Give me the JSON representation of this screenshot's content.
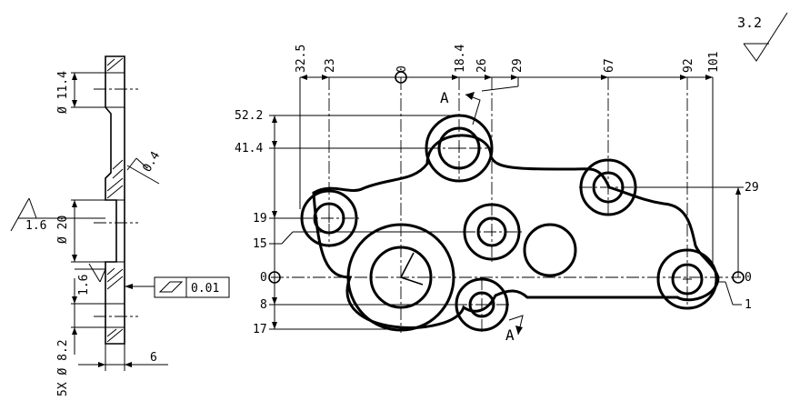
{
  "surface_finish": {
    "general": "3.2",
    "face": "1.6",
    "bore": "1.6",
    "chamfer": "0.4"
  },
  "section_view": {
    "dim_hole_small": "Ø 11.4",
    "dim_hole_large": "Ø 20",
    "dim_holes": "5X Ø 8.2",
    "dim_thickness": "6",
    "flatness_tolerance": "0.01"
  },
  "plan_view": {
    "x_ordinates": [
      "32.5",
      "23",
      "0",
      "18.4",
      "26",
      "29",
      "67",
      "92",
      "101"
    ],
    "y_ordinates_left": [
      "52.2",
      "41.4",
      "19",
      "15",
      "0",
      "8",
      "17"
    ],
    "y_ordinates_right": [
      "29",
      "0",
      "1"
    ],
    "section_label_top": "A",
    "section_label_bottom": "A"
  }
}
